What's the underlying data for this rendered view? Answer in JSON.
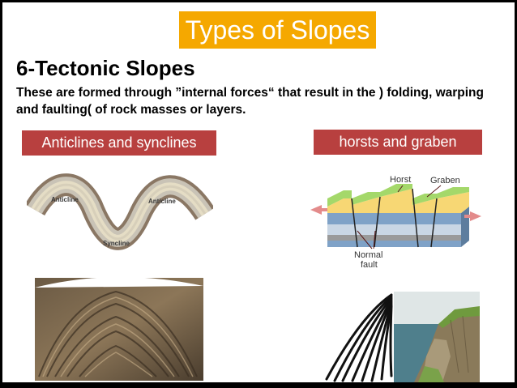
{
  "slide": {
    "title": "Types of Slopes",
    "heading": "6-Tectonic Slopes",
    "description": "These are formed through ”internal forces“ that result in the ) folding, warping and faulting( of rock masses or layers.",
    "left_label": "Anticlines and synclines",
    "right_label": "horsts and graben"
  },
  "fold_diagram": {
    "anticline_1": "Anticline",
    "anticline_2": "Anticline",
    "syncline": "Syncline"
  },
  "fault_diagram": {
    "horst": "Horst",
    "graben": "Graben",
    "normal_fault_line1": "Normal",
    "normal_fault_line2": "fault"
  },
  "colors": {
    "title_bg": "#f5a800",
    "label_bg": "#b8403f"
  }
}
